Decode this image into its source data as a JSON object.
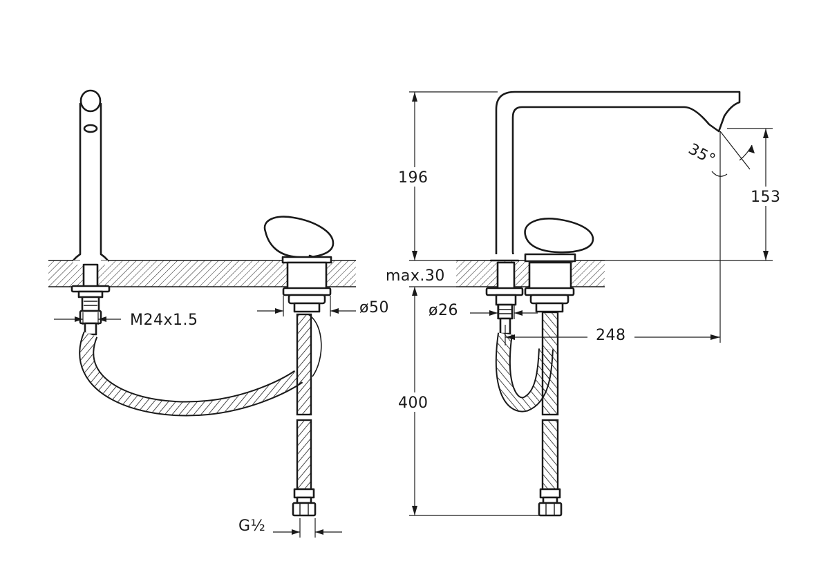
{
  "dimensions": {
    "thread_spout": "M24x1.5",
    "diameter_mixer": "ø50",
    "diameter_spout": "ø26",
    "connection_thread": "G½",
    "spout_height": "196",
    "outlet_height": "153",
    "deck_thickness_max": "max.30",
    "spout_reach": "248",
    "hose_length": "400",
    "outlet_angle": "35°"
  },
  "colors": {
    "line": "#1a1a1a",
    "background": "#ffffff"
  }
}
